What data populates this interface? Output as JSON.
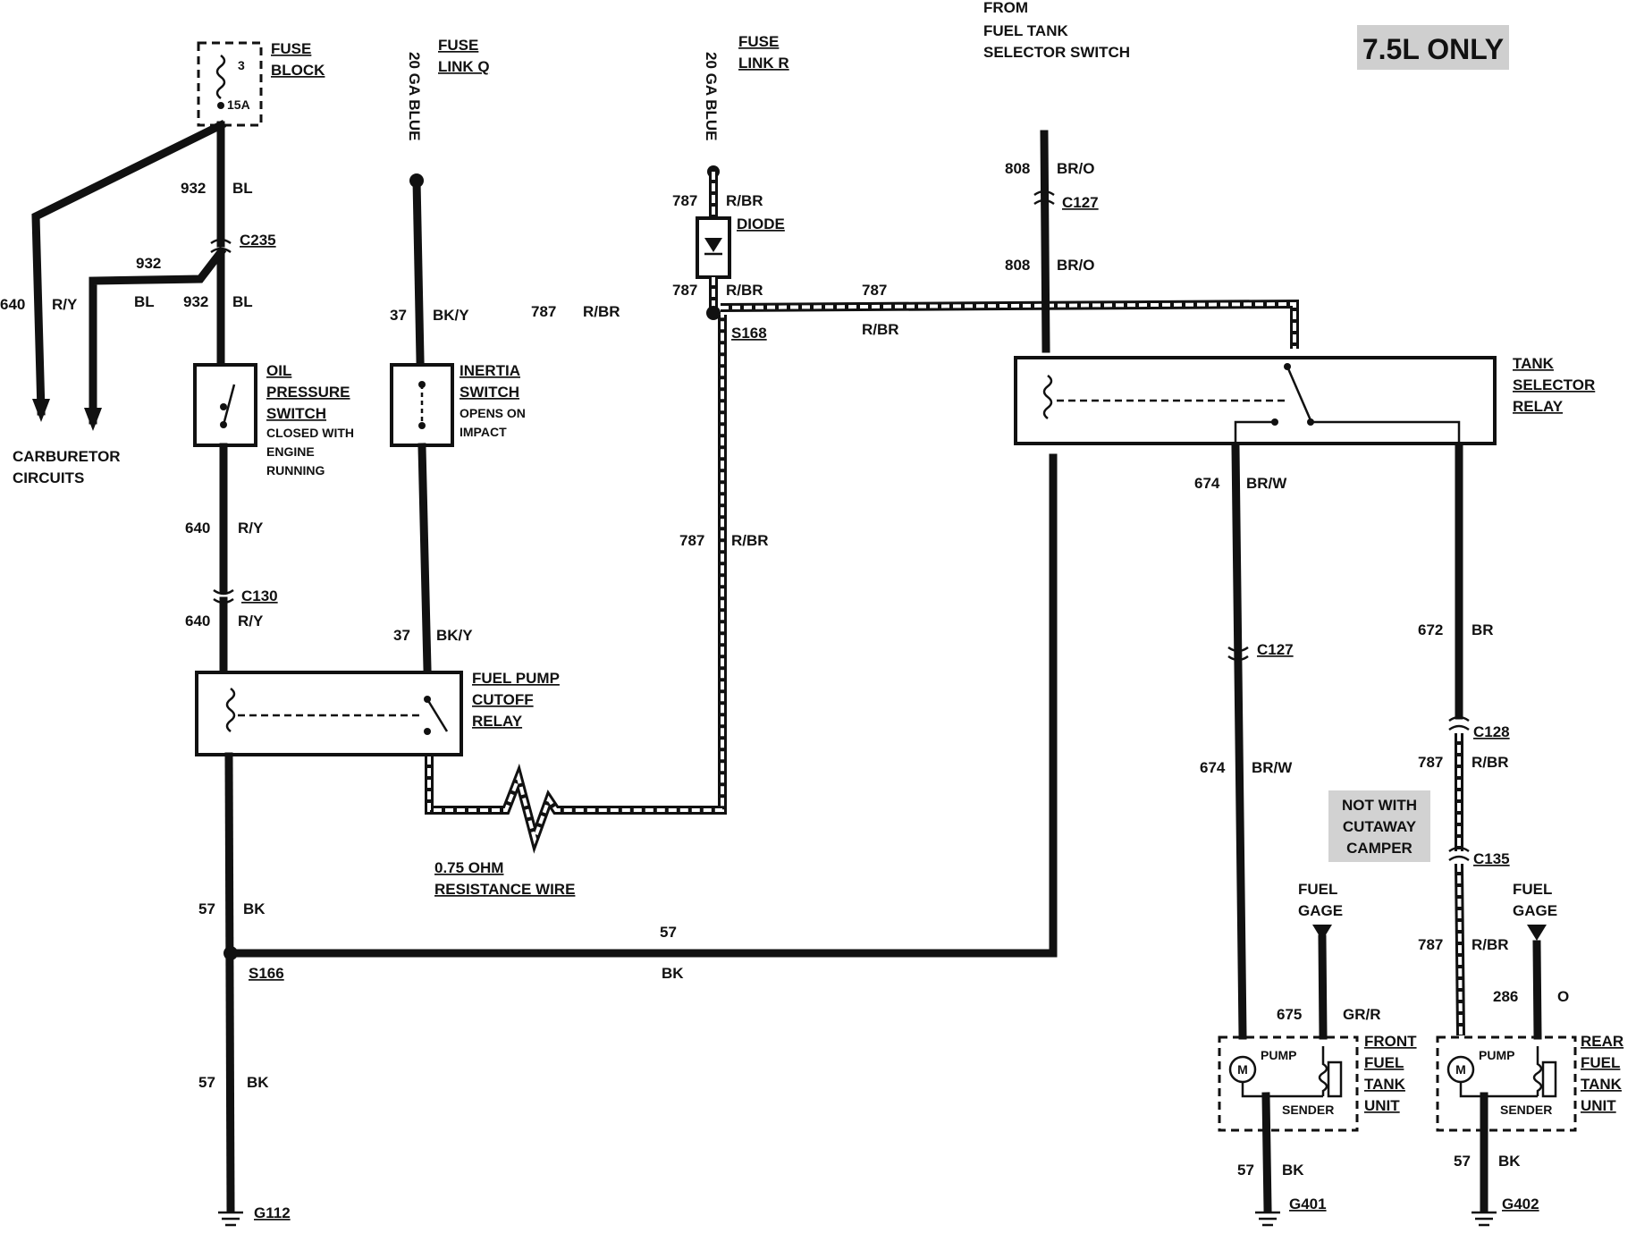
{
  "badge": "7.5L ONLY",
  "note_not_with": [
    "NOT WITH",
    "CUTAWAY",
    "CAMPER"
  ],
  "fuse_block": {
    "label": [
      "FUSE",
      "BLOCK"
    ],
    "number": "3",
    "rating": "15A"
  },
  "fuse_link_q": {
    "label": [
      "FUSE",
      "LINK Q"
    ],
    "gauge": "20 GA BLUE"
  },
  "fuse_link_r": {
    "label": [
      "FUSE",
      "LINK R"
    ],
    "gauge": "20 GA BLUE"
  },
  "from_selector": [
    "FROM",
    "FUEL TANK",
    "SELECTOR SWITCH"
  ],
  "carb": [
    "CARBURETOR",
    "CIRCUITS"
  ],
  "oil_switch": [
    "OIL",
    "PRESSURE",
    "SWITCH",
    "CLOSED WITH",
    "ENGINE",
    "RUNNING"
  ],
  "inertia_switch": [
    "INERTIA",
    "SWITCH",
    "OPENS ON",
    "IMPACT"
  ],
  "cutoff_relay": [
    "FUEL PUMP",
    "CUTOFF",
    "RELAY"
  ],
  "diode": "DIODE",
  "tank_relay": [
    "TANK",
    "SELECTOR",
    "RELAY"
  ],
  "resistance_wire": [
    "0.75 OHM",
    "RESISTANCE WIRE"
  ],
  "front_unit": {
    "label": [
      "FRONT",
      "FUEL",
      "TANK",
      "UNIT"
    ],
    "pump": "PUMP",
    "sender": "SENDER",
    "motor": "M"
  },
  "rear_unit": {
    "label": [
      "REAR",
      "FUEL",
      "TANK",
      "UNIT"
    ],
    "pump": "PUMP",
    "sender": "SENDER",
    "motor": "M"
  },
  "fuel_gage": [
    "FUEL",
    "GAGE"
  ],
  "connectors": {
    "c235": "C235",
    "c130": "C130",
    "c127": "C127",
    "c128": "C128",
    "c135": "C135",
    "s168": "S168",
    "s166": "S166",
    "g112": "G112",
    "g401": "G401",
    "g402": "G402"
  },
  "circuits": {
    "c932": "932",
    "bl": "BL",
    "c640": "640",
    "ry": "R/Y",
    "c37": "37",
    "bky": "BK/Y",
    "c787": "787",
    "rbr": "R/BR",
    "c808": "808",
    "bro": "BR/O",
    "c674": "674",
    "brw": "BR/W",
    "c672": "672",
    "br": "BR",
    "c57": "57",
    "bk": "BK",
    "c675": "675",
    "grr": "GR/R",
    "c286": "286",
    "o": "O"
  }
}
